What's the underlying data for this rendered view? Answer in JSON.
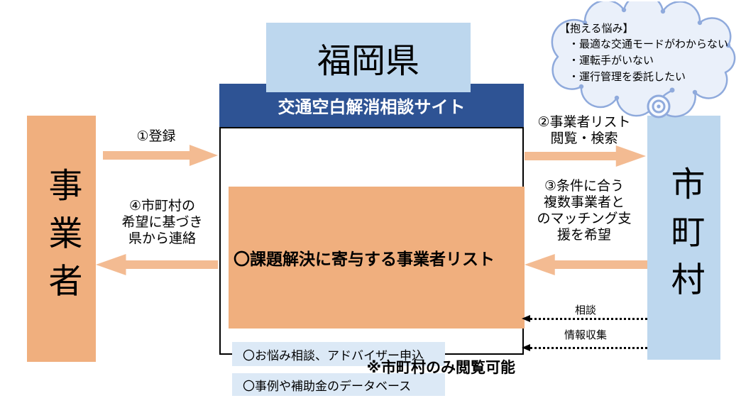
{
  "diagram_title": "交通空白解消相談サイト",
  "prefecture": {
    "label": "福岡県"
  },
  "actors": {
    "business": {
      "label": "事業者"
    },
    "municipality": {
      "label": "市町村"
    }
  },
  "site": {
    "bar_title": "交通空白解消相談サイト",
    "main_item": "〇課題解決に寄与する事業者リスト",
    "sub_items": [
      "〇お悩み相談、アドバイザー申込",
      "〇事例や補助金のデータベース"
    ],
    "note": "※市町村のみ閲覧可能"
  },
  "cloud": {
    "title": "【抱える悩み】",
    "items": [
      "・最適な交通モードがわからない",
      "・運転手がいない",
      "・運行管理を委託したい"
    ]
  },
  "flows": {
    "f1": {
      "label": "①登録",
      "direction": "right"
    },
    "f2": {
      "label": "②事業者リスト\n閲覧・検索",
      "direction": "right"
    },
    "f3": {
      "label": "③条件に合う\n複数事業者と\nのマッチング支\n援を希望",
      "direction": "left"
    },
    "f4": {
      "label": "④市町村の\n希望に基づき\n県から連絡",
      "direction": "left"
    },
    "consult": {
      "label": "相談",
      "direction": "left",
      "style": "dotted"
    },
    "info": {
      "label": "情報収集",
      "direction": "left",
      "style": "dotted"
    }
  },
  "colors": {
    "orange_box": "#F0AF7E",
    "orange_arrow": "#F3BB92",
    "light_blue": "#BDD7EE",
    "dark_blue": "#2E5394",
    "pale_blue_row": "#DCE9F6",
    "cloud_fill": "#EAF0FA",
    "cloud_stroke": "#8FAADC"
  }
}
